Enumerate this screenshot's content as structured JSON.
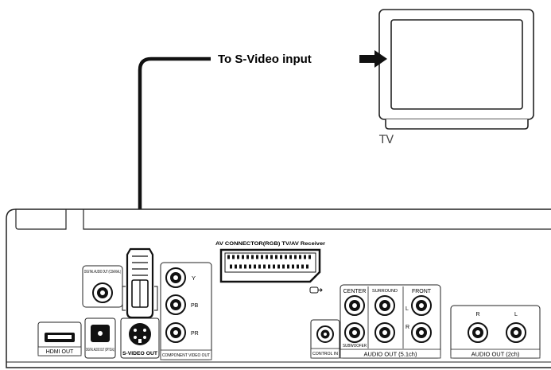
{
  "caption": "To S-Video input",
  "tv_label": "TV",
  "panel": {
    "digital_coaxial": "DIGITAL AUDIO OUT (COAXIAL)",
    "hdmi_out": "HDMI OUT",
    "digital_optical": "DIGITAL AUDIO OUT (OPTICAL)",
    "svideo_out": "S-VIDEO OUT",
    "component_y": "Y",
    "component_pb": "PB",
    "component_pr": "PR",
    "component_label": "COMPONENT VIDEO OUT",
    "av_connector": "AV CONNECTOR(RGB) TV/AV Receiver",
    "control_in": "CONTROL IN",
    "center": "CENTER",
    "subwoofer": "SUBWOOFER",
    "surround": "SURROUND",
    "front": "FRONT",
    "surround_l": "L",
    "surround_r": "R",
    "audio_51": "AUDIO OUT (5.1ch)",
    "stereo_r": "R",
    "stereo_l": "L",
    "audio_2ch": "AUDIO OUT (2ch)"
  }
}
